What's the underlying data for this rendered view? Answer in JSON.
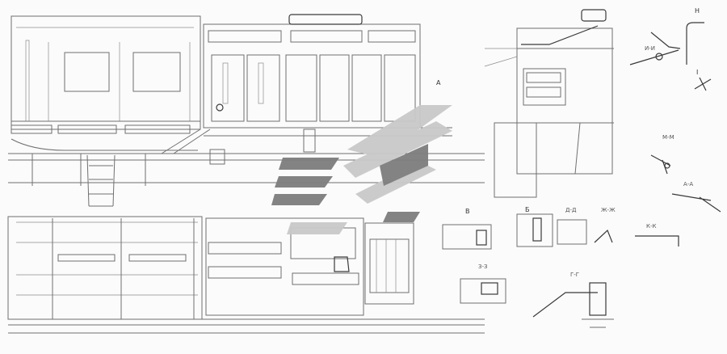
{
  "drawing": {
    "view_labels": {
      "top_right": "Н",
      "view_a": "А",
      "section_i": "I",
      "section_v": "В",
      "section_b": "Б",
      "section_dd": "Д-Д",
      "section_zhzh": "Ж-Ж",
      "section_kk": "К-К",
      "section_zz": "З-З",
      "section_gg": "Г-Г",
      "section_mm": "М-М",
      "section_aa": "А-А",
      "section_ii": "И-И"
    },
    "watermark": {
      "kind": "logo",
      "colors": {
        "dark": "#7d7d7d",
        "light": "#c9c9c9"
      }
    },
    "colors": {
      "line": "#6f6f6f",
      "thin_line": "#8c8c8c",
      "heavy_line": "#3a3a3a",
      "paper": "#fbfbfb"
    }
  }
}
